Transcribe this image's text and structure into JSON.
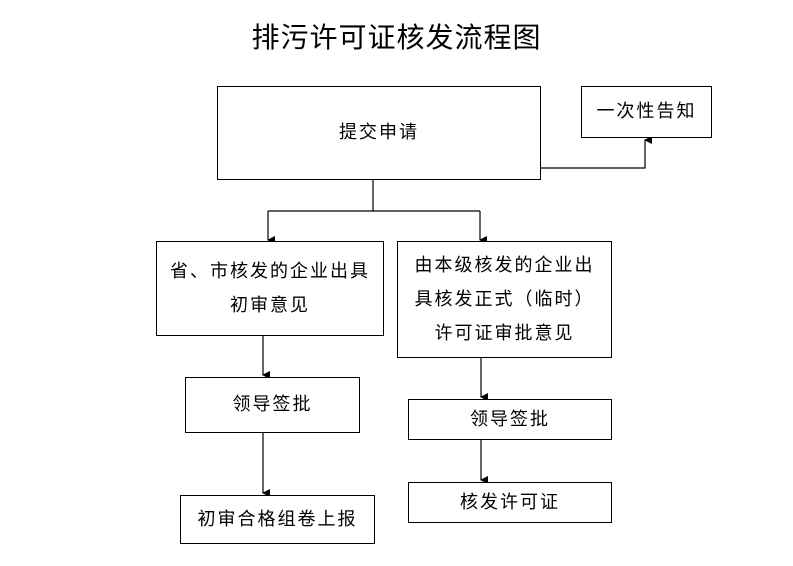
{
  "title": "排污许可证核发流程图",
  "nodes": {
    "submit": "提交申请",
    "notify": "一次性告知",
    "prov_line1": "省、市核发的企业出具",
    "prov_line2": "初审意见",
    "local_line1": "由本级核发的企业出",
    "local_line2": "具核发正式（临时）",
    "local_line3": "许可证审批意见",
    "left_sign": "领导签批",
    "right_sign": "领导签批",
    "report": "初审合格组卷上报",
    "issue": "核发许可证"
  }
}
